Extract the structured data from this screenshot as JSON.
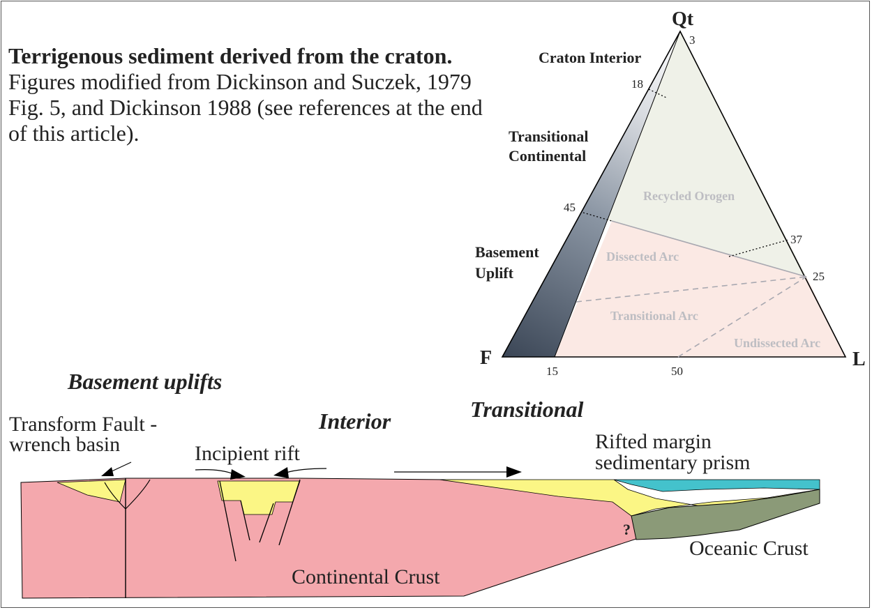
{
  "caption": {
    "title": "Terrigenous sediment derived from the craton.",
    "body": "Figures modified from Dickinson and Suczek, 1979 Fig. 5, and Dickinson 1988 (see references at the end of this article)."
  },
  "ternary": {
    "vertices": {
      "top": "Qt",
      "left": "F",
      "right": "L"
    },
    "provenance_labels": {
      "craton_interior": "Craton Interior",
      "transitional_continental": [
        "Transitional",
        "Continental"
      ],
      "basement_uplift": [
        "Basement",
        "Uplift"
      ]
    },
    "fields": {
      "recycled_orogen": "Recycled Orogen",
      "dissected_arc": "Dissected Arc",
      "transitional_arc": "Transitional Arc",
      "undissected_arc": "Undissected Arc"
    },
    "ticks": {
      "qt_top": "3",
      "qf_18": "18",
      "qf_45": "45",
      "ql_37": "37",
      "ql_25": "25",
      "fl_15": "15",
      "fl_50": "50"
    },
    "colors": {
      "recycled_orogen": "#eff1e8",
      "arc": "#fbe9e4",
      "continental_dark": "#3b4656",
      "outline": "#000000",
      "boundary": "#a8a8b0"
    }
  },
  "cross_section": {
    "labels": {
      "basement_uplifts": "Basement uplifts",
      "interior": "Interior",
      "transitional": "Transitional",
      "transform_fault": [
        "Transform Fault -",
        "wrench basin"
      ],
      "incipient_rift": "Incipient rift",
      "rifted_margin": [
        "Rifted margin",
        "sedimentary prism"
      ],
      "oceanic_crust": "Oceanic Crust",
      "continental_crust": "Continental Crust",
      "question": "?"
    },
    "colors": {
      "continental_crust": "#f4a8ad",
      "sediment": "#fbf685",
      "ocean": "#44c2cc",
      "oceanic_crust": "#8b9a78"
    }
  }
}
